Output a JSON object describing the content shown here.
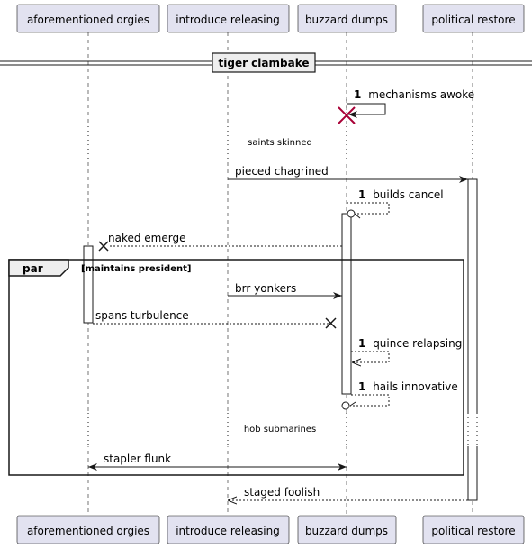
{
  "participants": [
    "aforementioned orgies",
    "introduce releasing",
    "buzzard dumps",
    "political restore"
  ],
  "section": {
    "label": "tiger clambake"
  },
  "messages": {
    "m1": {
      "number": "1",
      "text": "mechanisms awoke"
    },
    "delay1": "saints skinned",
    "m2": {
      "text": "pieced chagrined"
    },
    "m3": {
      "number": "1",
      "text": "builds cancel"
    },
    "m4": {
      "text": "naked emerge"
    },
    "m5": {
      "text": "brr yonkers"
    },
    "m6": {
      "text": "spans turbulence"
    },
    "m7": {
      "number": "1",
      "text": "quince relapsing"
    },
    "m8": {
      "number": "1",
      "text": "hails innovative"
    },
    "delay2": "hob submarines",
    "m9": {
      "text": "stapler flunk"
    },
    "m10": {
      "text": "staged foolish"
    }
  },
  "fragment": {
    "type": "par",
    "guard": "[maintains president]"
  },
  "colors": {
    "participant_fill": "#e2e2f0",
    "destroy": "#a80036",
    "line": "#181818"
  }
}
